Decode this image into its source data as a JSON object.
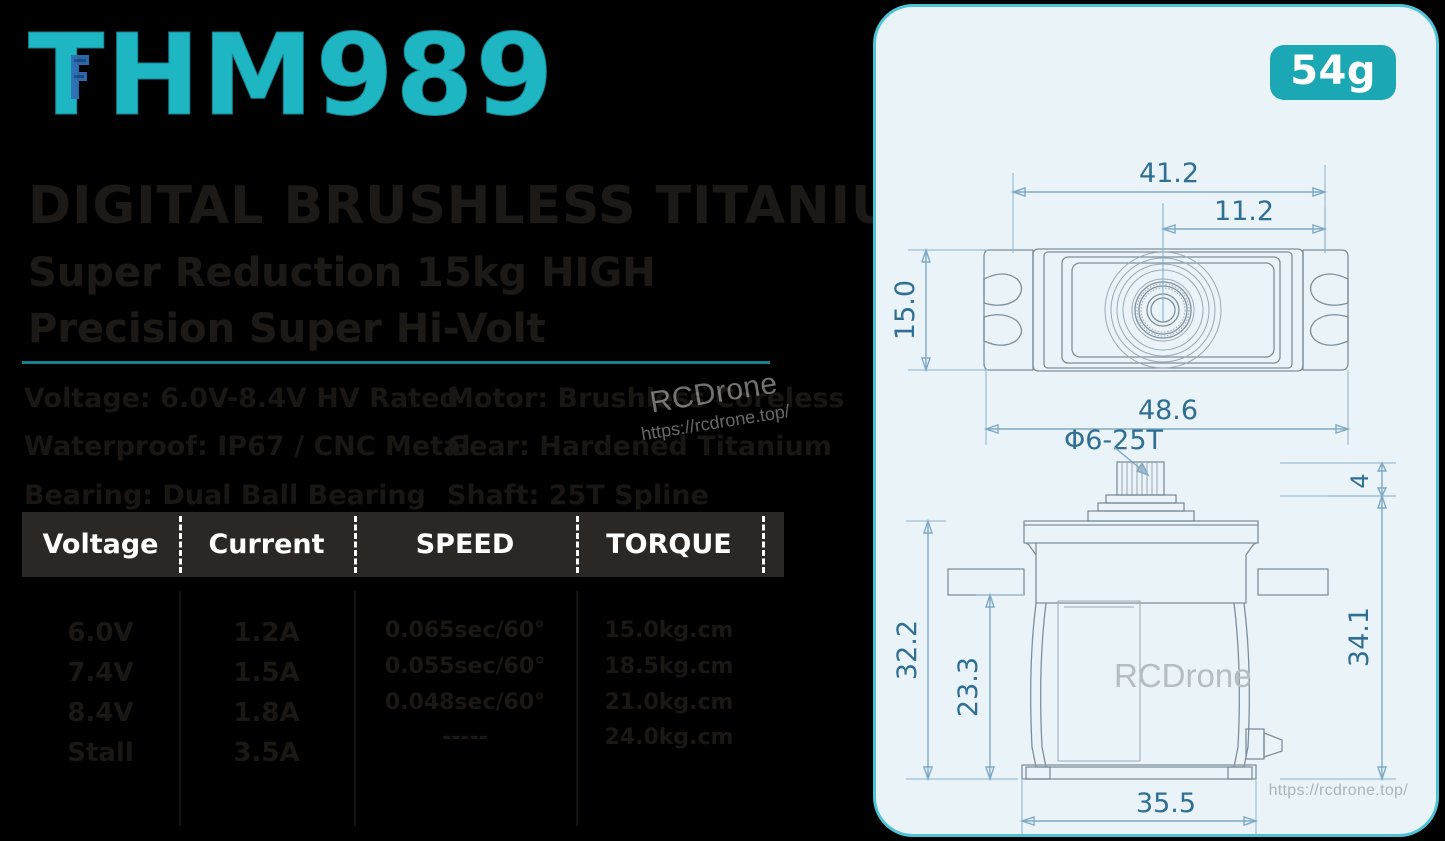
{
  "product": {
    "title": "THM989",
    "logo_mark": "brand-glyph",
    "headline": "DIGITAL BRUSHLESS TITANIUM SERVO",
    "subhead_1": "Super Reduction 15kg HIGH",
    "subhead_2": "Precision Super Hi-Volt",
    "weight_badge": "54g"
  },
  "features": {
    "column_a": [
      "Voltage: 6.0V-8.4V HV Rated",
      "Waterproof: IP67 / CNC Metal",
      "Bearing: Dual Ball Bearing"
    ],
    "column_b": [
      "Motor: Brushless Coreless",
      "Gear: Hardened Titanium",
      "Shaft: 25T Spline"
    ]
  },
  "spec_table": {
    "columns": [
      "Voltage",
      "Current",
      "SPEED",
      "TORQUE"
    ],
    "rows": [
      [
        "6.0V",
        "1.2A",
        "0.065sec/60°",
        "15.0kg.cm"
      ],
      [
        "7.4V",
        "1.5A",
        "0.055sec/60°",
        "18.5kg.cm"
      ],
      [
        "8.4V",
        "1.8A",
        "0.048sec/60°",
        "21.0kg.cm"
      ],
      [
        "Stall",
        "3.5A",
        "-----",
        "24.0kg.cm"
      ]
    ]
  },
  "drawing": {
    "top_view": {
      "dim_41_2": "41.2",
      "dim_11_2": "11.2",
      "dim_15_0": "15.0",
      "dim_48_6": "48.6"
    },
    "side_view": {
      "spline_label": "Φ6-25T",
      "dim_4": "4",
      "dim_32_2": "32.2",
      "dim_23_3": "23.3",
      "dim_34_1": "34.1",
      "dim_35_5": "35.5"
    }
  },
  "watermark": {
    "brand": "RCDrone",
    "url": "https://rcdrone.top/"
  },
  "colors": {
    "accent_teal": "#1fb6c3",
    "badge_teal": "#1ba7b3",
    "card_fill": "#eaf3f8",
    "card_border": "#4ec3d6",
    "dim_blue": "#2e6f93",
    "panel_black": "#000000",
    "table_header": "#2b2725"
  }
}
